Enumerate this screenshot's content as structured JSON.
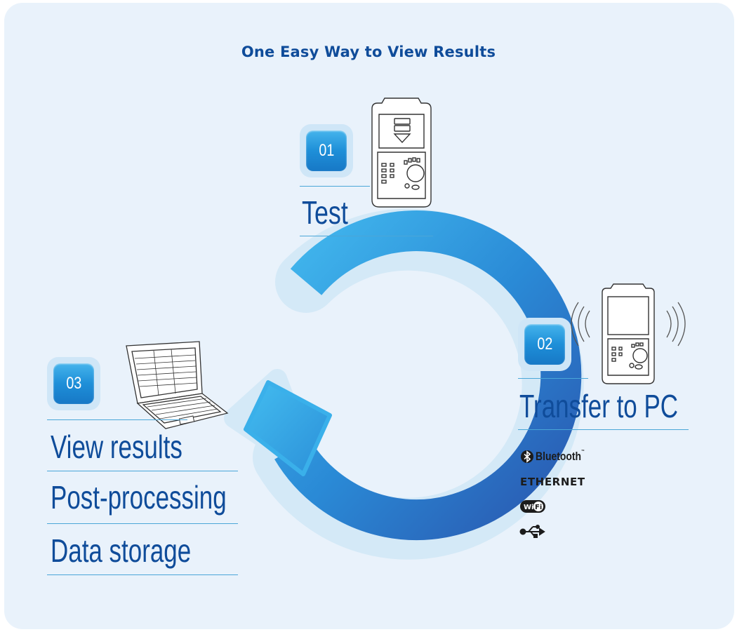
{
  "title": "One Easy Way to View Results",
  "steps": [
    {
      "number": "01",
      "labels": [
        "Test"
      ]
    },
    {
      "number": "02",
      "labels": [
        "Transfer to PC"
      ]
    },
    {
      "number": "03",
      "labels": [
        "View results",
        "Post-processing",
        "Data storage"
      ]
    }
  ],
  "connectivity": {
    "bluetooth": "Bluetooth",
    "bluetooth_tm": "™",
    "ethernet": "ETHERNET",
    "wifi": "WiFi",
    "usb_icon": "usb-icon"
  },
  "colors": {
    "panel_bg": "#e9f2fb",
    "title": "#0f4c9a",
    "label": "#0f4c9a",
    "badge": "#1e8fd8",
    "rule": "#4aa6d8",
    "arrow_light": "#3fb3ec",
    "arrow_dark": "#2560b8"
  }
}
